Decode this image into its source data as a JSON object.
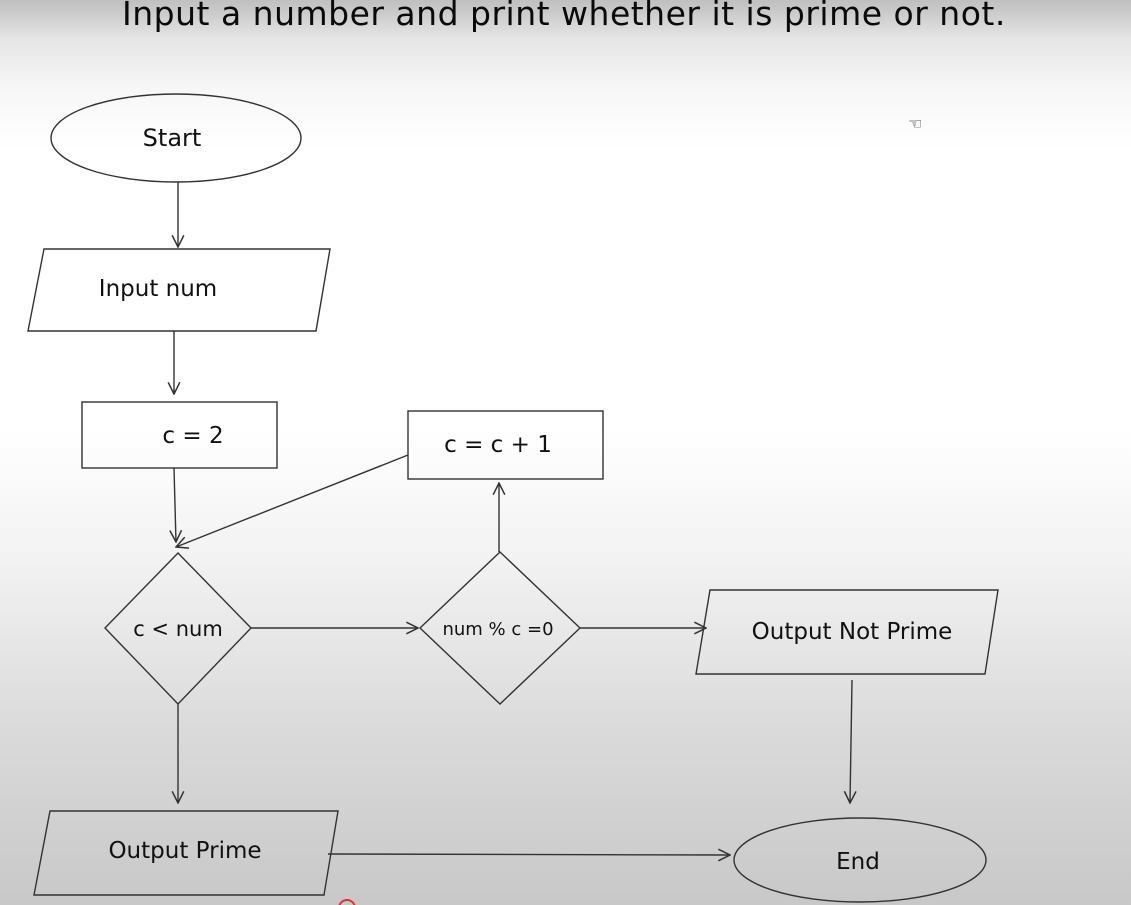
{
  "title": "Input a number and print whether it is prime or not.",
  "nodes": {
    "start": "Start",
    "input": "Input num",
    "init": "c = 2",
    "increment": "c = c + 1",
    "loop_condition": "c < num",
    "divisible_check": "num % c =0",
    "not_prime": "Output Not Prime",
    "prime": "Output Prime",
    "end": "End"
  },
  "icons": {
    "cursor": "pointer-cursor-icon"
  },
  "colors": {
    "stroke": "#333333",
    "text": "#111111"
  }
}
